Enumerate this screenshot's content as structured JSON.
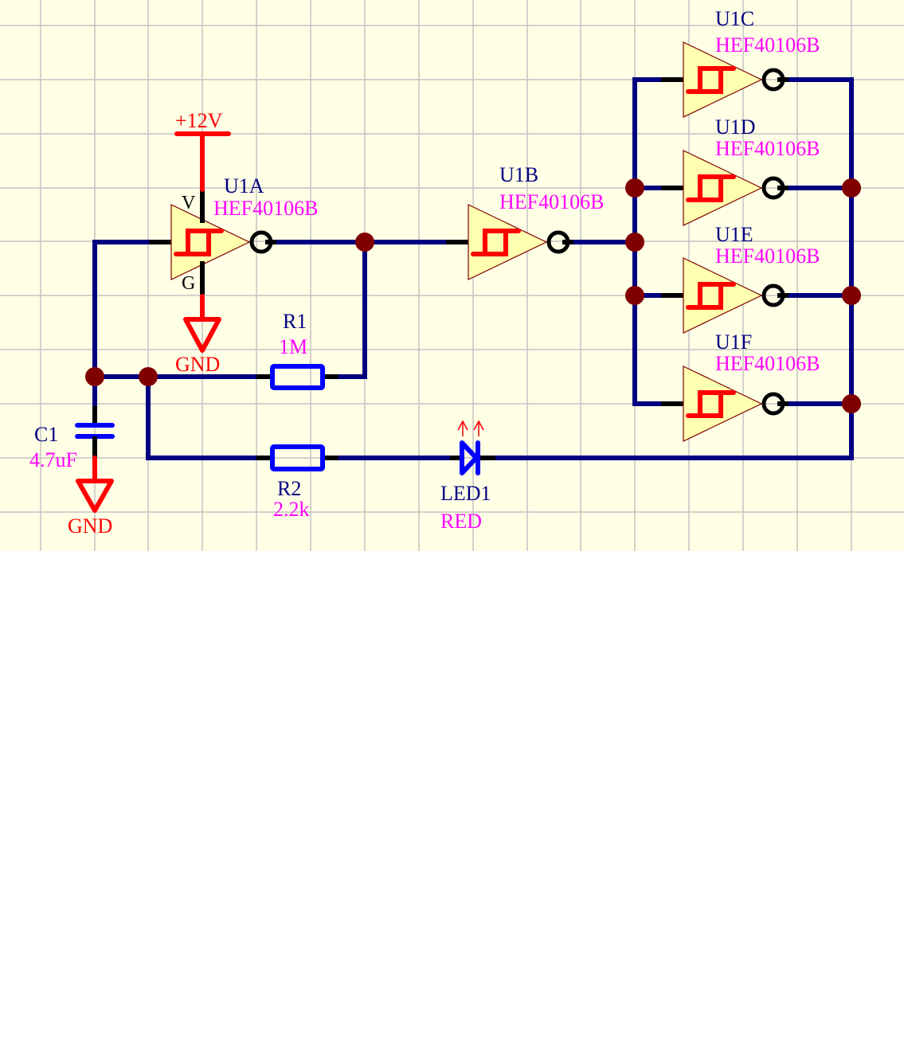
{
  "sheet": {
    "background": "#ffffe6",
    "grid_color": "#c4c4c4",
    "wire_color": "#000080",
    "junction_color": "#800000"
  },
  "power": {
    "vcc_label": "+12V",
    "gnd_label": "GND"
  },
  "gates": [
    {
      "designator": "U1A",
      "part": "HEF40106B",
      "vcc_pin": "V",
      "gnd_pin": "G"
    },
    {
      "designator": "U1B",
      "part": "HEF40106B"
    },
    {
      "designator": "U1C",
      "part": "HEF40106B"
    },
    {
      "designator": "U1D",
      "part": "HEF40106B"
    },
    {
      "designator": "U1E",
      "part": "HEF40106B"
    },
    {
      "designator": "U1F",
      "part": "HEF40106B"
    }
  ],
  "resistors": [
    {
      "designator": "R1",
      "value": "1M"
    },
    {
      "designator": "R2",
      "value": "2.2k"
    }
  ],
  "capacitor": {
    "designator": "C1",
    "value": "4.7uF"
  },
  "led": {
    "designator": "LED1",
    "value": "RED"
  }
}
